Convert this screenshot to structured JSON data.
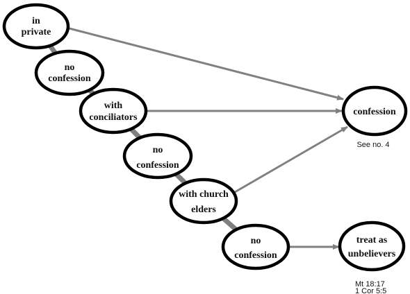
{
  "colors": {
    "node_stroke": "#000000",
    "node_fill": "#ffffff",
    "connector": "#808080",
    "text": "#111111"
  },
  "nodes": {
    "in_private": {
      "lines": [
        "in",
        "private"
      ]
    },
    "no_confession_1": {
      "lines": [
        "no",
        "confession"
      ]
    },
    "with_conciliators": {
      "lines": [
        "with",
        "conciliators"
      ]
    },
    "no_confession_2": {
      "lines": [
        "no",
        "confession"
      ]
    },
    "with_church_elders": {
      "lines": [
        "with church",
        "elders"
      ]
    },
    "no_confession_3": {
      "lines": [
        "no",
        "confession"
      ]
    },
    "confession": {
      "lines": [
        "confession"
      ]
    },
    "treat_as_unbelievers": {
      "lines": [
        "treat as",
        "unbelievers"
      ]
    }
  },
  "references": {
    "confession_note": "See no. 4",
    "unbelievers_refs": [
      "Mt 18:17",
      "1 Cor 5:5"
    ]
  }
}
